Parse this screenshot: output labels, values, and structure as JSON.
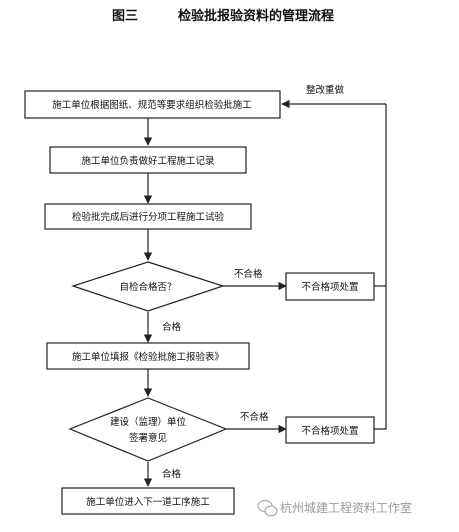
{
  "title": {
    "figure_no": "图三",
    "text": "检验批报验资料的管理流程"
  },
  "nodes": {
    "start": "施工单位根据图纸、规范等要求组织检验批施工",
    "record": "施工单位负责做好工程施工记录",
    "test": "检验批完成后进行分项工程施工试验",
    "self_check": "自检合格否？",
    "nonconform_1": "不合格项处置",
    "report": "施工单位填报《检验批施工报验表》",
    "supervision_line1": "建设（监理）单位",
    "supervision_line2": "签署意见",
    "nonconform_2": "不合格项处置",
    "next": "施工单位进入下一道工序施工"
  },
  "labels": {
    "rework": "整改重做",
    "fail_1": "不合格",
    "pass_1": "合格",
    "fail_2": "不合格",
    "pass_2": "合格"
  },
  "watermark": "杭州城建工程资料工作室",
  "icons": {
    "watermark": "wechat-icon"
  }
}
